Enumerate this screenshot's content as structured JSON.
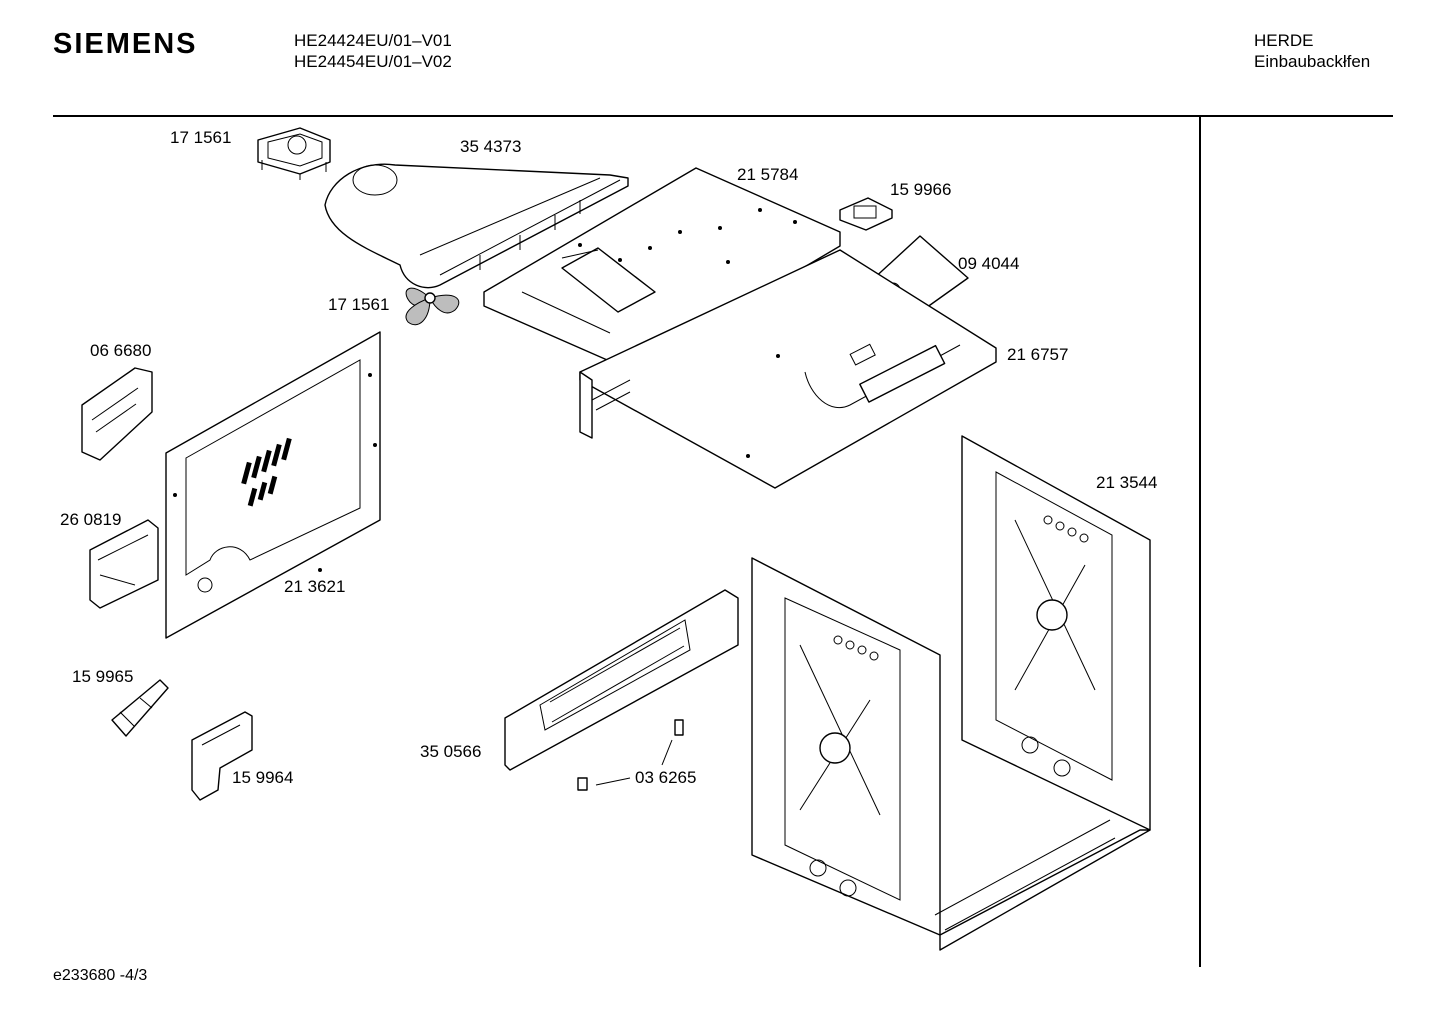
{
  "header": {
    "brand": "SIEMENS",
    "models": [
      "HE24424EU/01–V01",
      "HE24454EU/01–V02"
    ],
    "category": "HERDE",
    "subcategory": "Einbaubackłfen"
  },
  "footer": {
    "diagram_id": "e233680  -4/3"
  },
  "parts": [
    {
      "id": "part-171561-a",
      "number": "17 1561"
    },
    {
      "id": "part-354373",
      "number": "35 4373"
    },
    {
      "id": "part-215784",
      "number": "21 5784"
    },
    {
      "id": "part-159966",
      "number": "15 9966"
    },
    {
      "id": "part-094044",
      "number": "09 4044"
    },
    {
      "id": "part-171561-b",
      "number": "17 1561"
    },
    {
      "id": "part-216757",
      "number": "21 6757"
    },
    {
      "id": "part-066680",
      "number": "06 6680"
    },
    {
      "id": "part-213544",
      "number": "21 3544"
    },
    {
      "id": "part-260819",
      "number": "26 0819"
    },
    {
      "id": "part-213621",
      "number": "21 3621"
    },
    {
      "id": "part-159965",
      "number": "15 9965"
    },
    {
      "id": "part-350566",
      "number": "35 0566"
    },
    {
      "id": "part-036265",
      "number": "03 6265"
    },
    {
      "id": "part-159964",
      "number": "15 9964"
    }
  ]
}
